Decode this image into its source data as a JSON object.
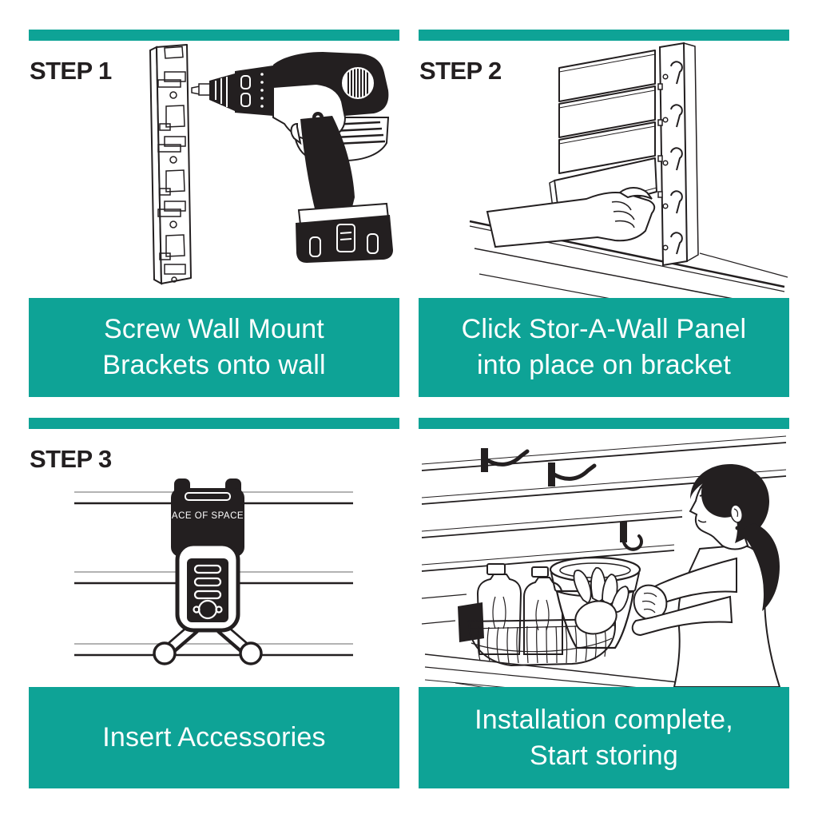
{
  "theme": {
    "accent": "#0ea396",
    "ink": "#231f20",
    "background": "#ffffff",
    "caption_text_color": "#ffffff",
    "slat_line_gray": "#9a9a9a"
  },
  "panels": [
    {
      "step_label": "STEP 1",
      "caption_lines": [
        "Screw Wall Mount",
        "Brackets onto wall"
      ],
      "illustration": "drill-screwing-wall-mount-bracket"
    },
    {
      "step_label": "STEP 2",
      "caption_lines": [
        "Click Stor-A-Wall Panel",
        "into place on bracket"
      ],
      "illustration": "hand-clicking-slat-panel-onto-bracket"
    },
    {
      "step_label": "STEP 3",
      "caption_lines": [
        "Insert Accessories"
      ],
      "accessory_label": "ACE OF SPACE",
      "illustration": "double-hook-accessory-on-slat-wall"
    },
    {
      "step_label": "",
      "caption_lines": [
        "Installation complete,",
        "Start storing"
      ],
      "illustration": "woman-storing-items-on-slat-wall"
    }
  ]
}
